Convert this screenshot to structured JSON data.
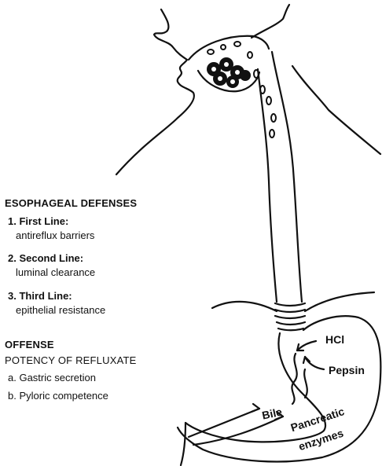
{
  "defenses": {
    "title": "ESOPHAGEAL DEFENSES",
    "items": [
      {
        "num": "1.",
        "title": "First Line:",
        "desc": "antireflux barriers"
      },
      {
        "num": "2.",
        "title": "Second Line:",
        "desc": "luminal clearance"
      },
      {
        "num": "3.",
        "title": "Third Line:",
        "desc": "epithelial resistance"
      }
    ]
  },
  "offense": {
    "title": "OFFENSE",
    "subtitle": "POTENCY OF REFLUXATE",
    "items": [
      "a. Gastric secretion",
      "b. Pyloric competence"
    ]
  },
  "labels": {
    "hcl": "HCl",
    "pepsin": "Pepsin",
    "bile": "Bile",
    "pancreatic_line1": "Pancreatic",
    "pancreatic_line2": "enzymes"
  }
}
